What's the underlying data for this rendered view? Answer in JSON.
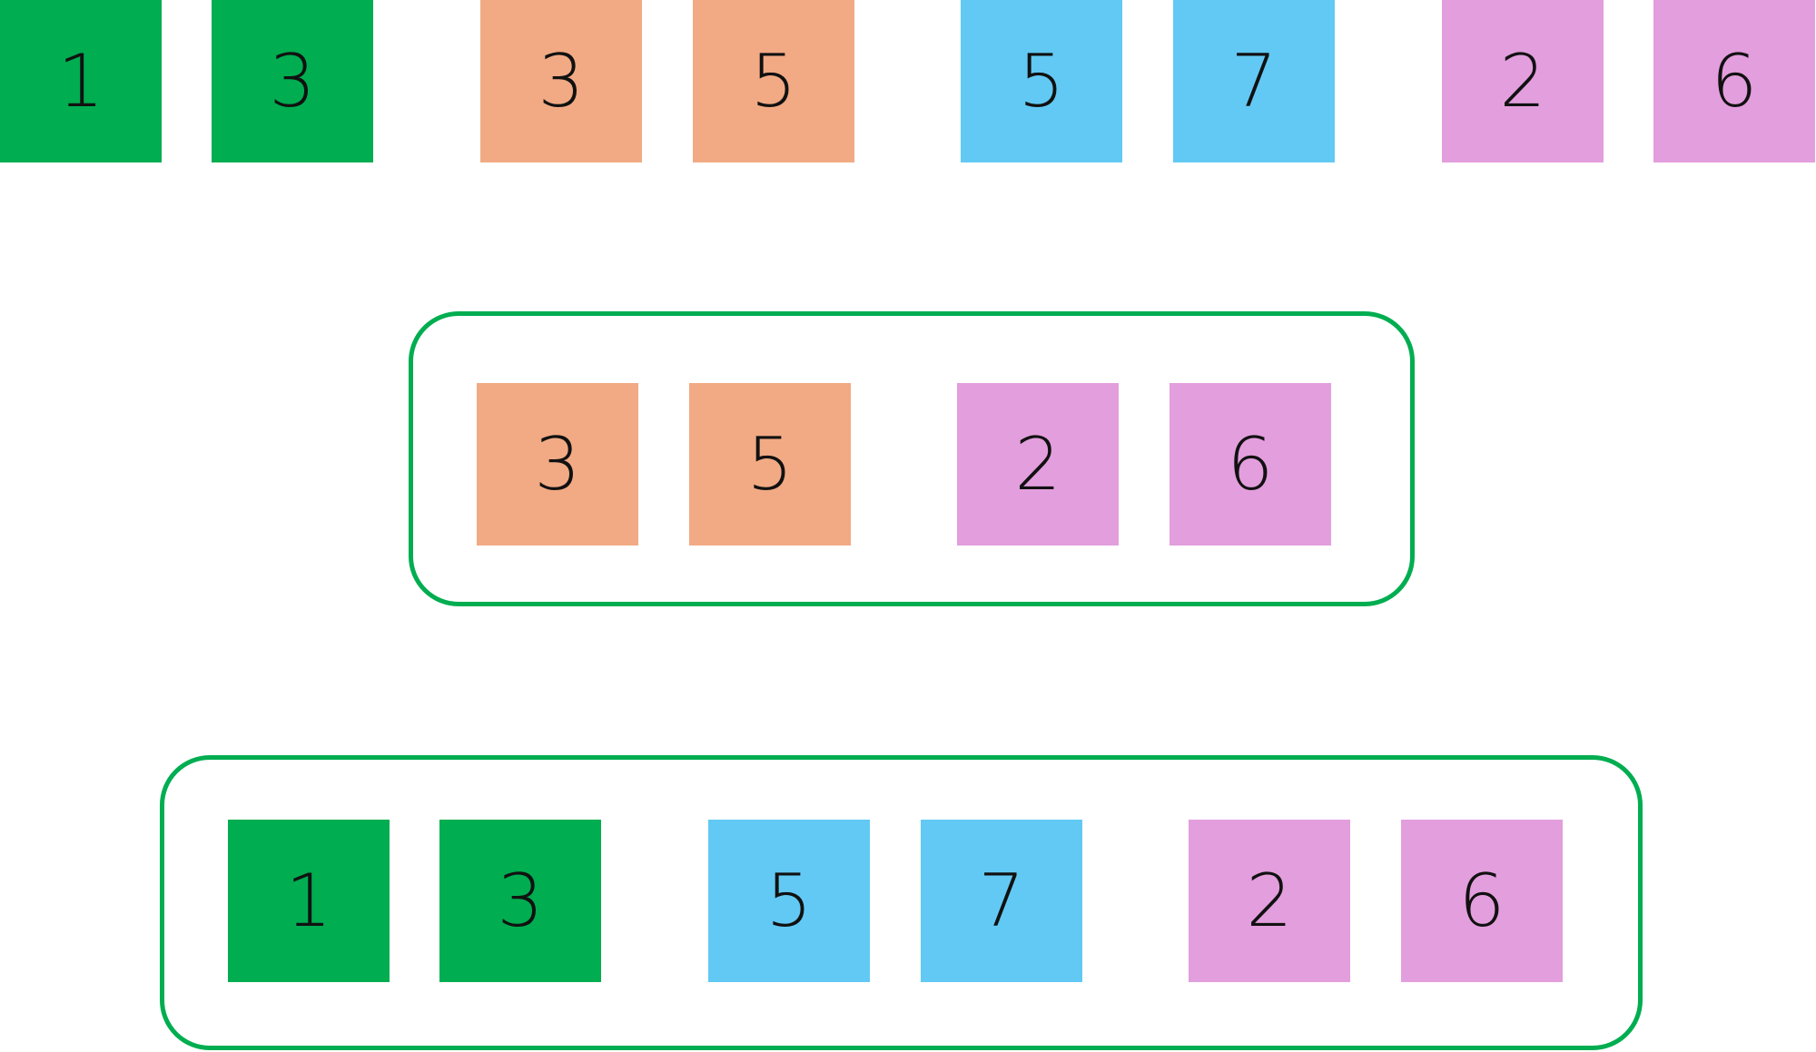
{
  "colors": {
    "green": "#00ad50",
    "orange": "#f1aa84",
    "blue": "#62c9f4",
    "pink": "#e39edd",
    "box_border": "#00ad50",
    "digit": "#111111"
  },
  "rows": {
    "top": [
      "1",
      "3",
      "3",
      "5",
      "5",
      "7",
      "2",
      "6"
    ],
    "middle": [
      "3",
      "5",
      "2",
      "6"
    ],
    "bottom": [
      "1",
      "3",
      "5",
      "7",
      "2",
      "6"
    ]
  },
  "tile_colors": {
    "top": [
      "green",
      "green",
      "orange",
      "orange",
      "blue",
      "blue",
      "pink",
      "pink"
    ],
    "middle": [
      "orange",
      "orange",
      "pink",
      "pink"
    ],
    "bottom": [
      "green",
      "green",
      "blue",
      "blue",
      "pink",
      "pink"
    ]
  }
}
